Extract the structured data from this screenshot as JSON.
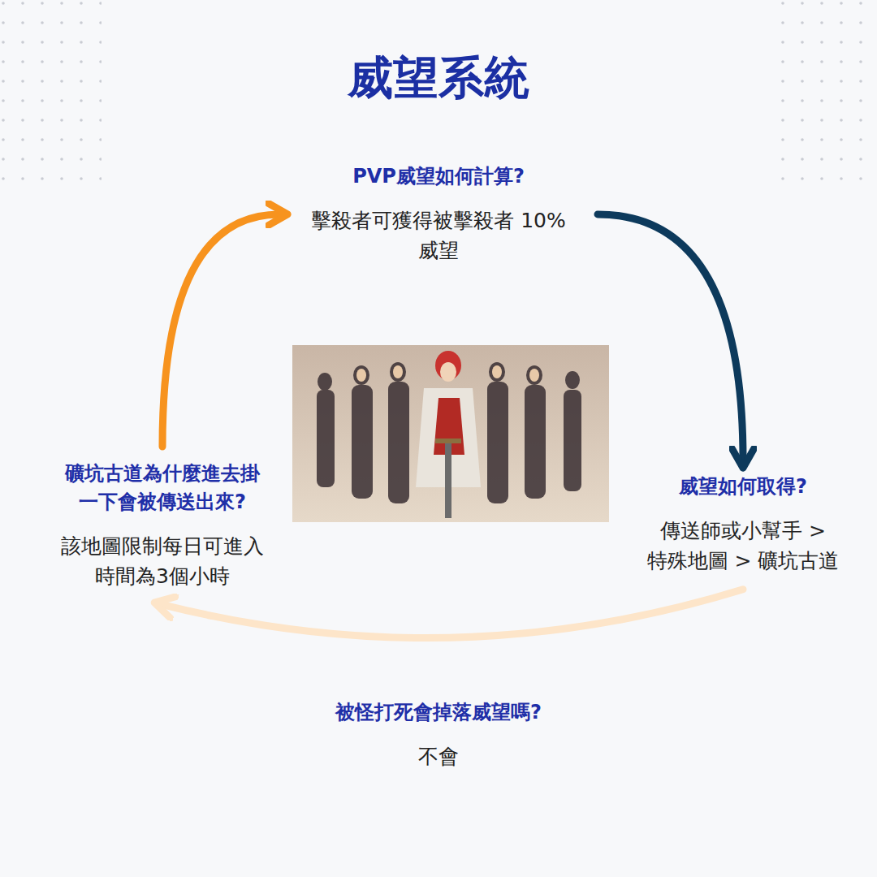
{
  "diagram": {
    "title": "威望系統",
    "nodes": [
      {
        "text": [
          "PVP威望如何計算?",
          "擊殺者可獲得被擊殺者 10%威望"
        ]
      },
      {
        "text": [
          "威望如何取得?",
          "傳送師或小幫手 > 特殊地圖 > 礦坑古道"
        ]
      },
      {
        "text": [
          "被怪打死會掉落威望嗎?",
          "不會"
        ]
      },
      {
        "text": [
          "礦坑古道為什麼進去掛 一下會被傳送出來?",
          "該地圖限制每日可進入 時間為3個小時"
        ]
      }
    ],
    "edges": [
      {
        "from": 3,
        "to": 0,
        "arrow": "to"
      },
      {
        "from": 0,
        "to": 1,
        "arrow": "to"
      },
      {
        "from": 1,
        "to": 3,
        "arrow": "to"
      }
    ]
  }
}
